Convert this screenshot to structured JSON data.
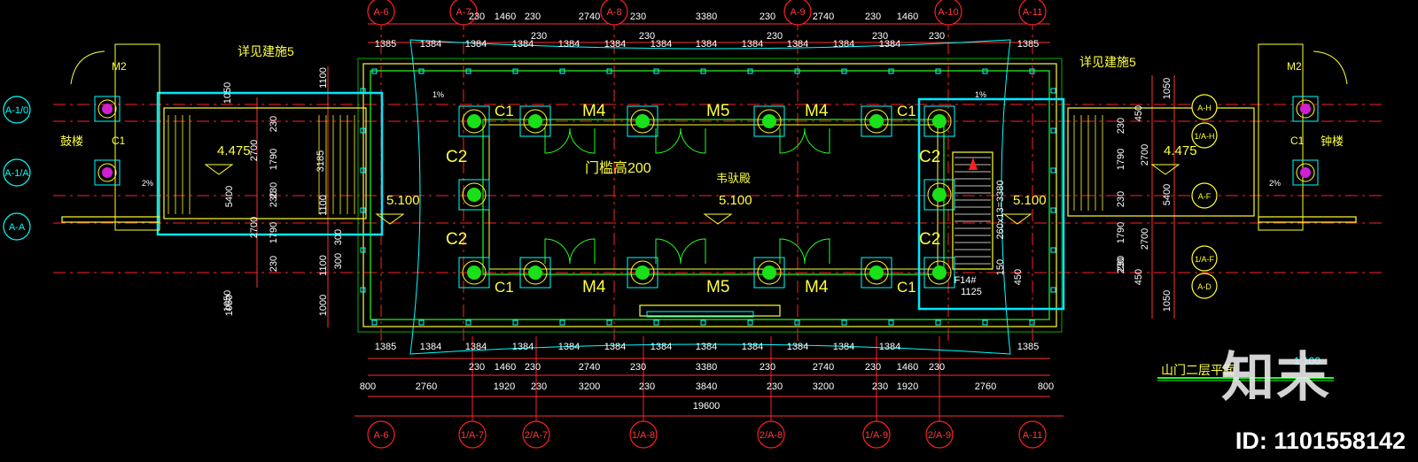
{
  "brand": {
    "text": "知末",
    "id_label": "ID: 1101558142"
  },
  "axes_top": [
    "A-6",
    "A-7",
    "A-8",
    "A-9",
    "A-10",
    "A-11"
  ],
  "axes_bottom": [
    "A-6",
    "1/A-7",
    "2/A-7",
    "1/A-8",
    "2/A-8",
    "1/A-9",
    "2/A-9",
    "A-11"
  ],
  "axes_left": [
    "A-1/0",
    "A-1/A",
    "A-A"
  ],
  "axes_right": [
    "A-H",
    "1/A-H",
    "A-F",
    "1/A-F",
    "A-D"
  ],
  "dims": {
    "top_row1": [
      "230",
      "1460",
      "230",
      "2740",
      "230",
      "3380",
      "230",
      "2740",
      "230",
      "1460"
    ],
    "top_row2": [
      "1385",
      "1384",
      "1384",
      "1384",
      "1384",
      "1384",
      "1384",
      "1384",
      "1384",
      "1384",
      "1384",
      "1384",
      "1385"
    ],
    "top_230": [
      "230",
      "230",
      "230",
      "230",
      "230",
      "230"
    ],
    "bottom_row1": [
      "1385",
      "1384",
      "1384",
      "1384",
      "1384",
      "1384",
      "1384",
      "1384",
      "1384",
      "1384",
      "1384",
      "1384",
      "1385"
    ],
    "bottom_row2": [
      "230",
      "1460",
      "230",
      "2740",
      "230",
      "3380",
      "230",
      "2740",
      "230",
      "1460",
      "230"
    ],
    "bottom_row3": [
      "800",
      "2760",
      "1920",
      "230",
      "3200",
      "230",
      "3840",
      "230",
      "3200",
      "230",
      "1920",
      "2760",
      "800"
    ],
    "total": "19600",
    "left_v": [
      "1100",
      "1050",
      "2700",
      "5400",
      "2700",
      "1050",
      "1000",
      "1100",
      "230",
      "1790",
      "230",
      "230",
      "1790",
      "230",
      "300",
      "300",
      "3185",
      "1100",
      "1050"
    ],
    "right_v": [
      "1050",
      "450",
      "230",
      "1790",
      "230",
      "2700",
      "5400",
      "230",
      "1790",
      "2700",
      "230",
      "450",
      "1050"
    ],
    "stair": [
      "260x13=3380",
      "1125",
      "150",
      "450",
      "F14#"
    ]
  },
  "labels": {
    "c1": "C1",
    "c2": "C2",
    "m4": "M4",
    "m5": "M5",
    "m2": "M2",
    "ref_left": "详见建施5",
    "ref_right": "详见建施5",
    "threshold": "门槛高200",
    "hall": "韦驮殿",
    "drum": "鼓楼",
    "bell": "钟楼",
    "elev_4475": "4.475",
    "elev_5100": "5.100",
    "slope": "1%",
    "slope2": "2%",
    "title": "山门二层平面",
    "scale": "1:100"
  }
}
